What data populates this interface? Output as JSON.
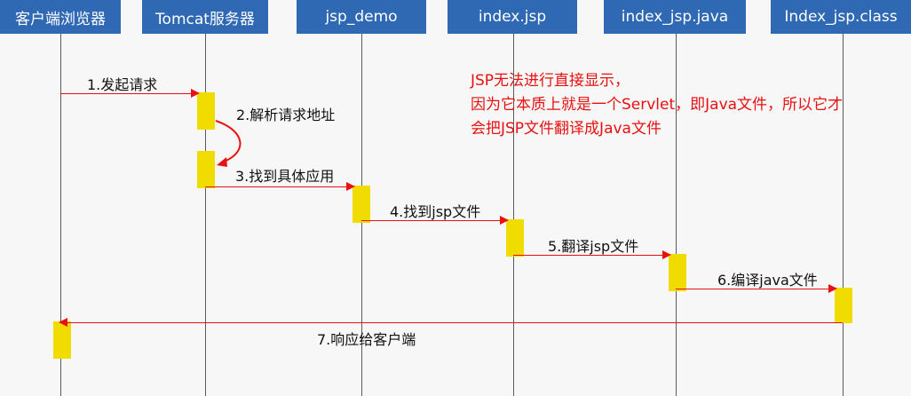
{
  "actors": [
    {
      "label": "客户端浏览器"
    },
    {
      "label": "Tomcat服务器"
    },
    {
      "label": "jsp_demo"
    },
    {
      "label": "index.jsp"
    },
    {
      "label": "index_jsp.java"
    },
    {
      "label": "Index_jsp.class"
    }
  ],
  "messages": [
    {
      "label": "1.发起请求"
    },
    {
      "label": "2.解析请求地址"
    },
    {
      "label": "3.找到具体应用"
    },
    {
      "label": "4.找到jsp文件"
    },
    {
      "label": "5.翻译jsp文件"
    },
    {
      "label": "6.编译java文件"
    },
    {
      "label": "7.响应给客户端"
    }
  ],
  "note": {
    "lines": [
      "JSP无法进行直接显示，",
      "因为它本质上就是一个Servlet，即Java文件，所以它才",
      "会把JSP文件翻译成Java文件"
    ]
  },
  "colors": {
    "header_bg": "#2f68b3",
    "arrow": "#e81010",
    "activation": "#f0dc00",
    "note_text": "#e81010"
  }
}
